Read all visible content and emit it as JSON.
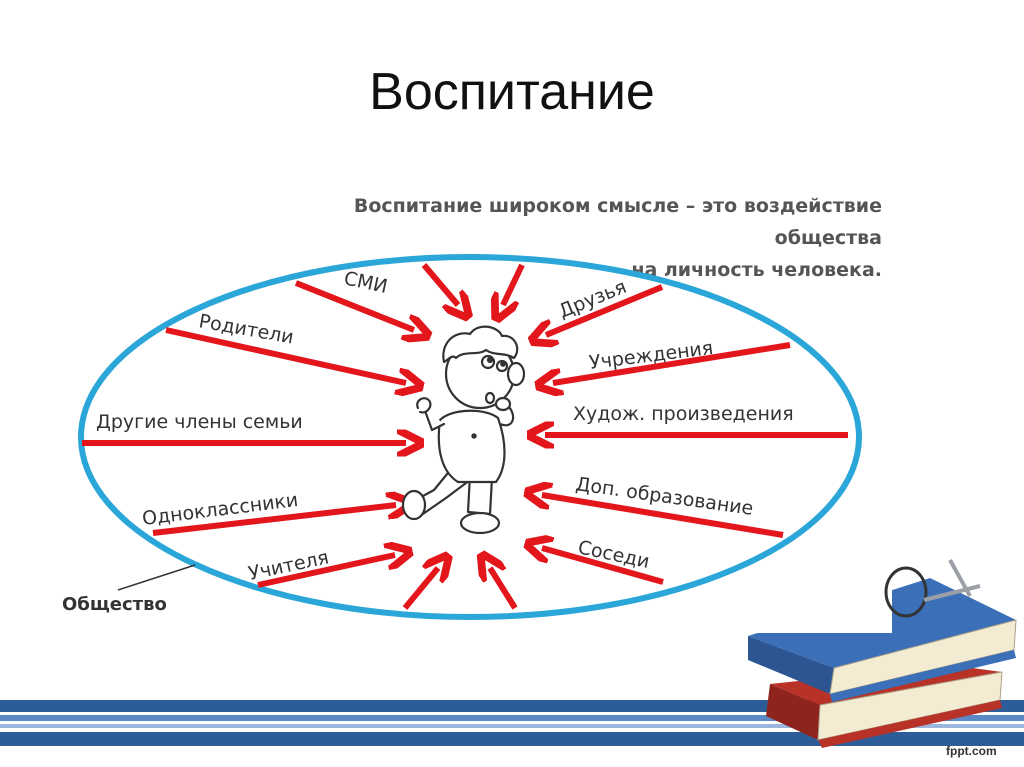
{
  "slide": {
    "title": "Воспитание",
    "definition_line1": "Воспитание широком смысле – это воздействие общества",
    "definition_line2": "на личность человека."
  },
  "diagram": {
    "society_label": "Общество",
    "influences": [
      "СМИ",
      "Родители",
      "Другие члены семьи",
      "Одноклассники",
      "Учителя",
      "Друзья",
      "Учреждения",
      "Худож. произведения",
      "Доп. образование",
      "Соседи"
    ],
    "colors": {
      "ellipse": "#2aa6d8",
      "arrows": "#e3161c",
      "text": "#333333"
    }
  },
  "footer": {
    "brand": "fppt.com",
    "stripe_colors": [
      "#2c5d99",
      "#5b89c6",
      "#9bb7de"
    ],
    "book_colors": [
      "#3b6fb7",
      "#c0392b",
      "#f3ecd2"
    ]
  }
}
